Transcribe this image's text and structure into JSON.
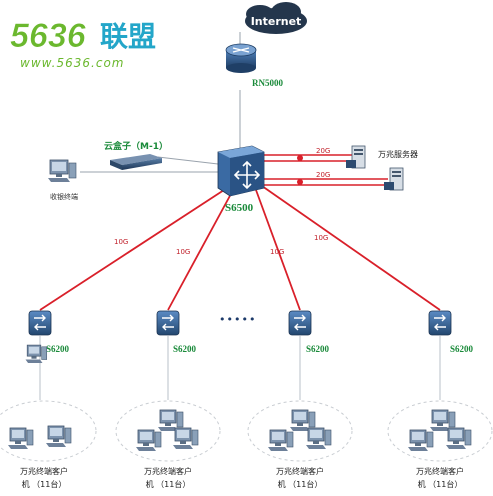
{
  "logo": {
    "brand_digits": "5636",
    "brand_cn": "联盟",
    "url": "www.5636.com"
  },
  "nodes": {
    "internet": "Internet",
    "router": "RN5000",
    "core_switch": "S6500",
    "cloud_box": "云盒子（M-1）",
    "cashier": "收银终端",
    "server": "万兆服务器",
    "access_switches": [
      "S6200",
      "S6200",
      "S6200",
      "S6200"
    ],
    "ellipsis": "•••••",
    "client_groups": [
      {
        "line1": "万兆终端客户",
        "line2": "机 （11台）"
      },
      {
        "line1": "万兆终端客户",
        "line2": "机 （11台）"
      },
      {
        "line1": "万兆终端客户",
        "line2": "机 （11台）"
      },
      {
        "line1": "万兆终端客户",
        "line2": "机 （11台）"
      }
    ]
  },
  "links": {
    "server_link_1": "20G",
    "server_link_2": "20G",
    "uplinks": [
      "10G",
      "10G",
      "10G",
      "10G"
    ]
  },
  "colors": {
    "link_red": "#d9202a",
    "switch_blue": "#2d5a8c",
    "label_green": "#1a8a3a",
    "logo_green": "#6bb82e",
    "logo_cyan": "#23a6c9"
  }
}
